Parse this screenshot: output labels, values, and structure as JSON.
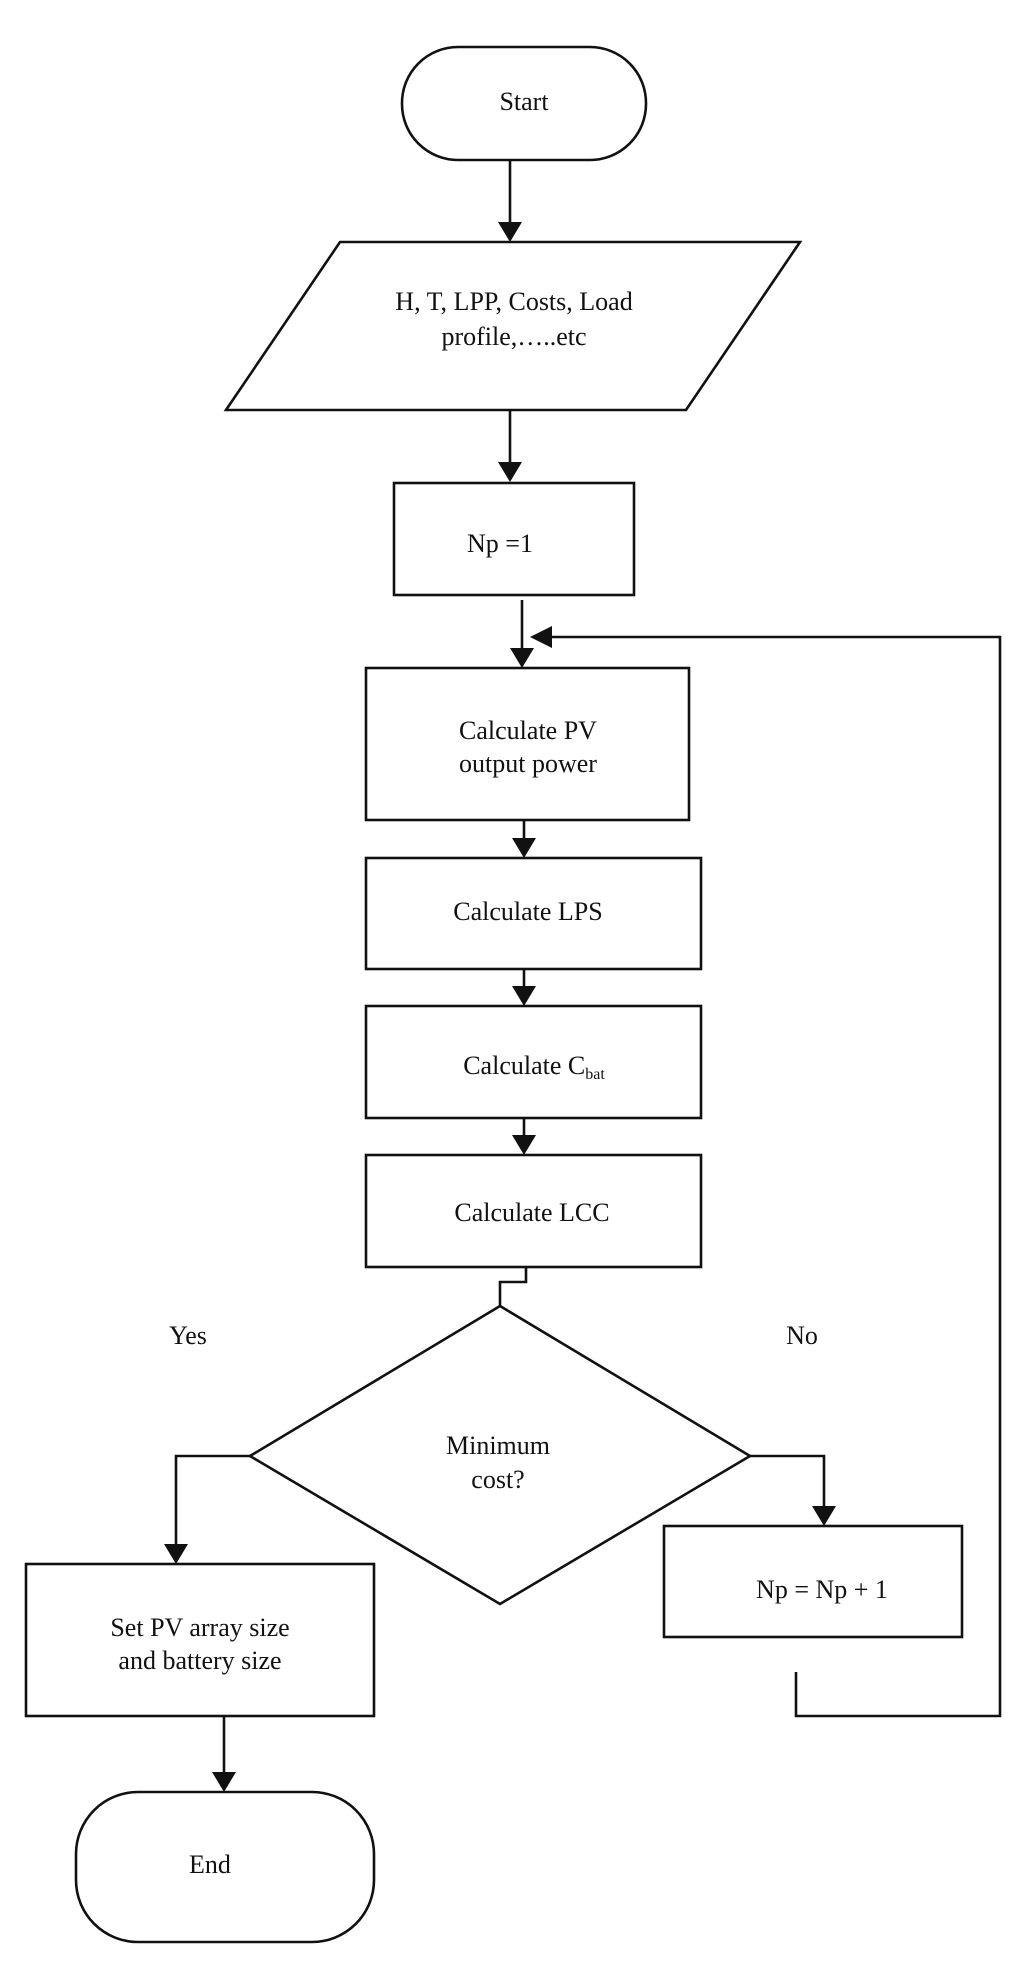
{
  "nodes": {
    "start": "Start",
    "input_line1": "H, T, LPP, Costs, Load",
    "input_line2": "profile,…..etc",
    "init": "Np =1",
    "calc_pv_line1": "Calculate PV",
    "calc_pv_line2": "output power",
    "calc_lps": "Calculate LPS",
    "calc_cbat_main": "Calculate C",
    "calc_cbat_sub": "bat",
    "calc_lcc": "Calculate LCC",
    "decision_line1": "Minimum",
    "decision_line2": "cost?",
    "set_size_line1": "Set PV array size",
    "set_size_line2": "and battery size",
    "increment": "Np = Np + 1",
    "end": "End"
  },
  "edges": {
    "yes_label": "Yes",
    "no_label": "No"
  }
}
